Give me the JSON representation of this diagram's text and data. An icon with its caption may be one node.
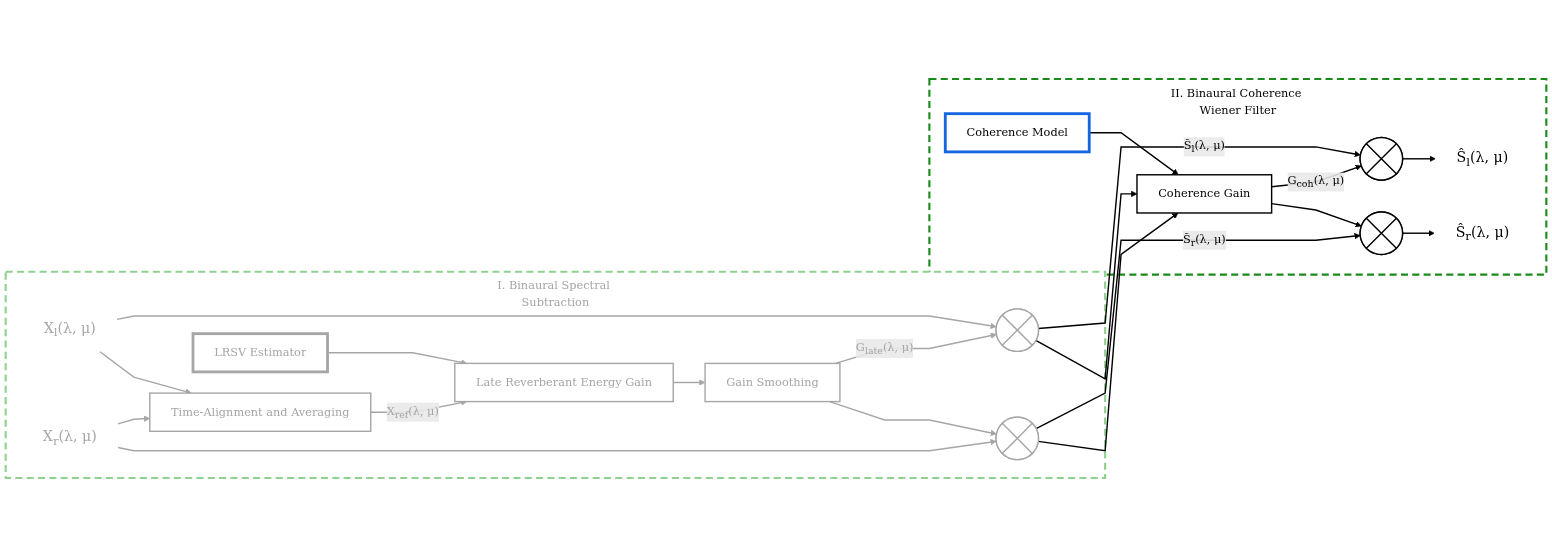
{
  "diagram": {
    "nodes": [
      {
        "text": [
          "I. Binaural Spectral Subtraction"
        ]
      },
      {
        "text": [
          "X$_{l}$(λ, μ)"
        ],
        "in": 0
      },
      {
        "text": [
          "X$_{r}$(λ, μ)"
        ],
        "in": 0
      },
      {
        "text": [
          "Time-Alignment and Averaging"
        ],
        "in": 0
      },
      {
        "text": [
          "Late Reverberant Energy Gain"
        ],
        "in": 0
      },
      {
        "text": [
          "LRSV Estimator"
        ],
        "in": 0
      },
      {
        "text": [
          "Gain Smoothing"
        ],
        "in": 0
      },
      {
        "text": [],
        "shape": "circle",
        "in": 0
      },
      {
        "text": [],
        "shape": "circle",
        "in": 0
      },
      {
        "text": [
          "II. Binaural Coherence Wiener Filter"
        ]
      },
      {
        "text": [],
        "shape": "circle",
        "in": 9
      },
      {
        "text": [
          "Ŝ$_{l}$(λ, μ)"
        ],
        "in": 9
      },
      {
        "text": [
          "Coherence Gain"
        ],
        "in": 9
      },
      {
        "text": [
          "Coherence Model"
        ],
        "in": 9
      },
      {
        "text": [],
        "shape": "circle",
        "in": 9
      },
      {
        "text": [
          "Ŝ$_{r}$(λ, μ)"
        ],
        "in": 9
      }
    ],
    "edges": [
      {
        "from": 1,
        "to": 7,
        "arrow": "to",
        "color": "#a6a6a6"
      },
      {
        "from": 1,
        "to": 3,
        "arrow": "to",
        "color": "#a6a6a6"
      },
      {
        "from": 2,
        "to": 3,
        "arrow": "to",
        "color": "#a6a6a6"
      },
      {
        "from": 2,
        "to": 8,
        "arrow": "to",
        "color": "#a6a6a6"
      },
      {
        "from": 3,
        "to": 4,
        "arrow": "to",
        "label": "X$_{ref}$(λ, μ)",
        "color": "#a6a6a6"
      },
      {
        "from": 5,
        "to": 4,
        "arrow": "to",
        "color": "#a6a6a6"
      },
      {
        "from": 4,
        "to": 6,
        "arrow": "to",
        "color": "#a6a6a6"
      },
      {
        "from": 6,
        "to": 7,
        "arrow": "to",
        "label": "G$_{late}$(λ, μ)",
        "color": "#a6a6a6"
      },
      {
        "from": 6,
        "to": 8,
        "arrow": "to",
        "color": "#a6a6a6"
      },
      {
        "from": 7,
        "to": 10,
        "arrow": "to",
        "label": "S̃$_{l}$(λ, μ)",
        "color": "#000000"
      },
      {
        "from": 7,
        "to": 12,
        "arrow": "to",
        "color": "#000000"
      },
      {
        "from": 8,
        "to": 14,
        "arrow": "to",
        "label": "S̃$_{r}$(λ, μ)",
        "color": "#000000"
      },
      {
        "from": 8,
        "to": 12,
        "arrow": "to",
        "color": "#000000"
      },
      {
        "from": 13,
        "to": 12,
        "arrow": "to",
        "color": "#000000"
      },
      {
        "from": 12,
        "to": 10,
        "arrow": "to",
        "label": "G$_{coh}$(λ, μ)",
        "color": "#000000"
      },
      {
        "from": 12,
        "to": 14,
        "arrow": "to",
        "color": "#000000"
      },
      {
        "from": 10,
        "to": 11,
        "arrow": "to",
        "color": "#000000"
      },
      {
        "from": 14,
        "to": 15,
        "arrow": "to",
        "color": "#000000"
      }
    ]
  }
}
